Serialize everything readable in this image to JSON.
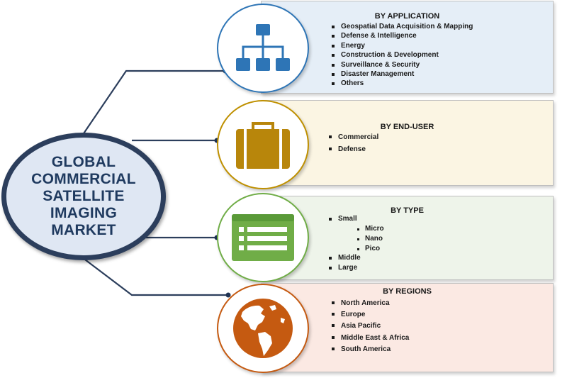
{
  "center": {
    "title_lines": [
      "GLOBAL",
      "COMMERCIAL",
      "SATELLITE",
      "IMAGING",
      "MARKET"
    ]
  },
  "segments": [
    {
      "title": "BY APPLICATION",
      "icon": "hierarchy-icon",
      "color": "#2e75b6",
      "items": [
        "Geospatial Data Acquisition & Mapping",
        "Defense & Intelligence",
        "Energy",
        "Construction & Development",
        "Surveillance & Security",
        "Disaster Management",
        "Others"
      ]
    },
    {
      "title": "BY END-USER",
      "icon": "briefcase-icon",
      "color": "#bf9000",
      "items": [
        "Commercial",
        "Defense"
      ]
    },
    {
      "title": "BY TYPE",
      "icon": "list-window-icon",
      "color": "#70ad47",
      "items": [
        "Small",
        "Middle",
        "Large"
      ],
      "sub_items": [
        "Micro",
        "Nano",
        "Pico"
      ]
    },
    {
      "title": "BY REGIONS",
      "icon": "globe-americas-icon",
      "color": "#c55a11",
      "items": [
        "North America",
        "Europe",
        "Asia Pacific",
        "Middle East & Africa",
        "South America"
      ]
    }
  ],
  "colors": {
    "hub_border": "#2c3e5c",
    "hub_fill": "#dfe7f3",
    "hub_text": "#1f3a5f"
  }
}
